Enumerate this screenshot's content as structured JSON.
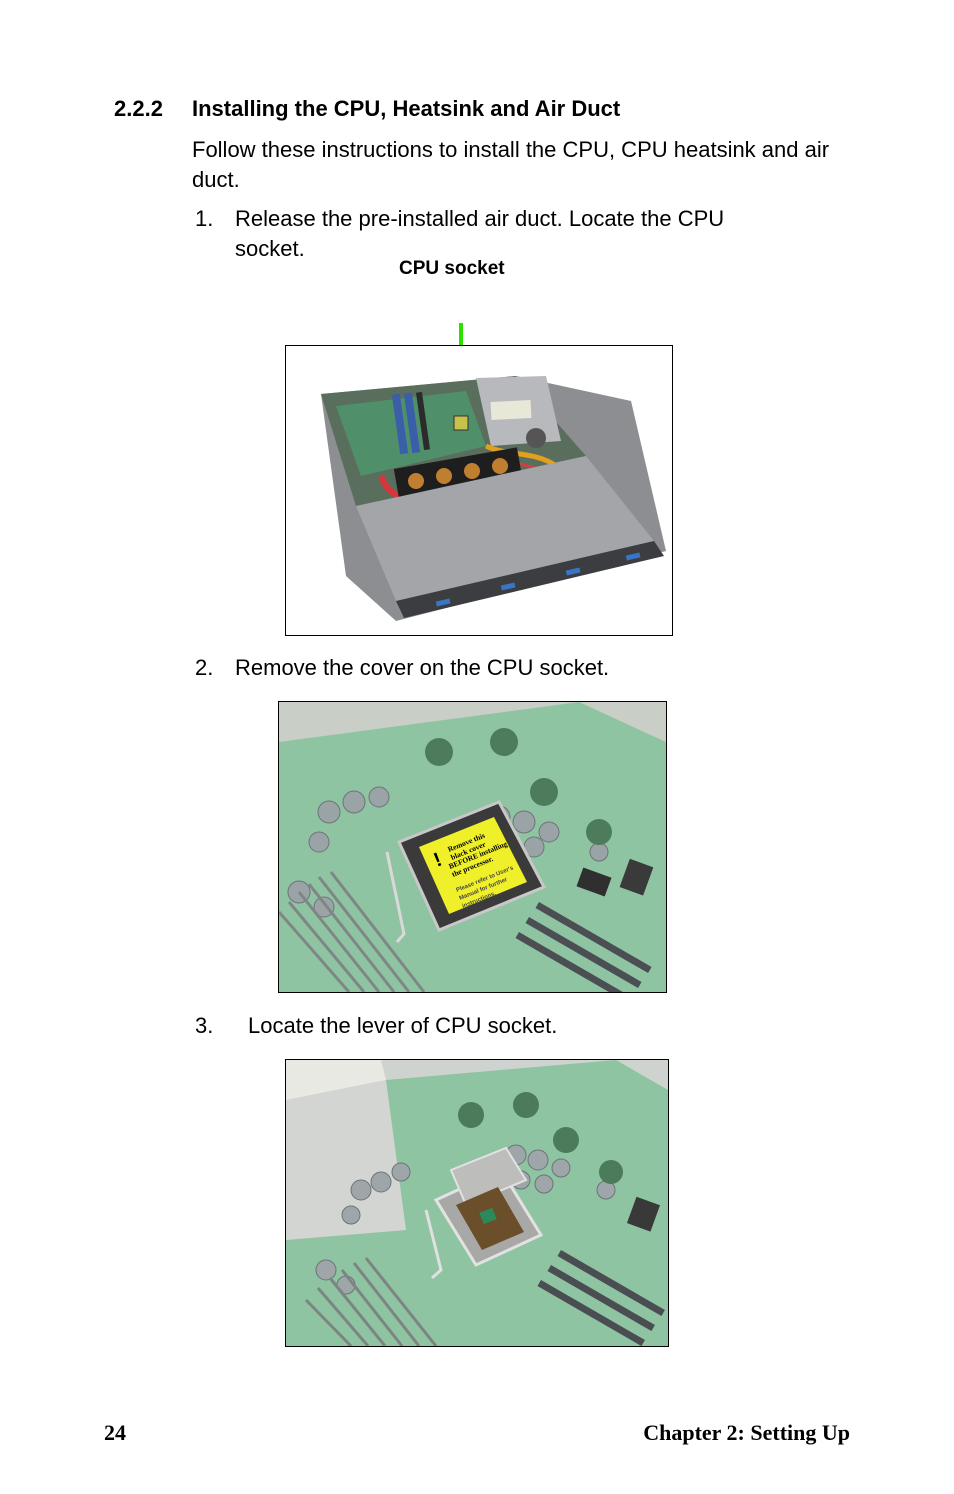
{
  "section": {
    "number": "2.2.2",
    "title": "Installing the CPU, Heatsink and Air Duct"
  },
  "intro": "Follow these instructions to install the CPU, CPU heatsink and air duct.",
  "steps": [
    {
      "number": "1.",
      "text_line1": "Release the pre-installed air duct. Locate the CPU",
      "text_line2": "socket."
    },
    {
      "number": "2.",
      "text": "Remove the cover on the CPU socket."
    },
    {
      "number": "3.",
      "text": "Locate the lever of CPU socket."
    }
  ],
  "callout": {
    "label": "CPU socket",
    "color": "#2de000"
  },
  "socket_cover_label": {
    "line1": "Remove this",
    "line2": "black cover",
    "line3": "BEFORE installing",
    "line4": "the processor.",
    "line5": "Please refer to User's",
    "line6": "Manual for further",
    "line7": "instructions."
  },
  "footer": {
    "page_number": "24",
    "chapter": "Chapter 2: Setting Up"
  }
}
